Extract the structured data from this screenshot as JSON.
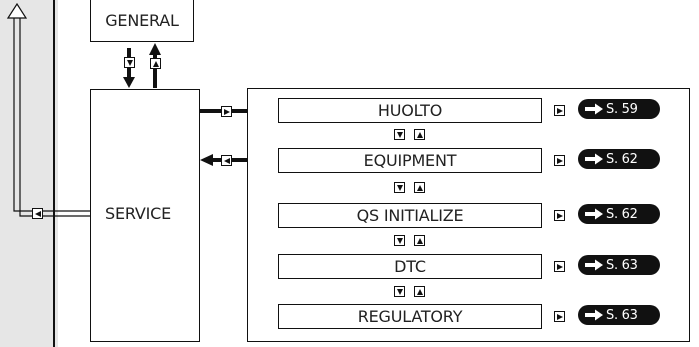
{
  "general": {
    "label": "GENERAL"
  },
  "service": {
    "label": "SERVICE"
  },
  "menu": {
    "items": [
      {
        "label": "HUOLTO",
        "ref": "S. 59"
      },
      {
        "label": "EQUIPMENT",
        "ref": "S. 62"
      },
      {
        "label": "QS INITIALIZE",
        "ref": "S. 62"
      },
      {
        "label": "DTC",
        "ref": "S. 63"
      },
      {
        "label": "REGULATORY",
        "ref": "S. 63"
      }
    ]
  },
  "colors": {
    "line": "#111111",
    "background": "#e6e6e6",
    "box": "#ffffff"
  },
  "icons": [
    "key-down-icon",
    "key-up-icon",
    "key-right-icon",
    "key-left-icon",
    "reference-arrow-icon"
  ]
}
